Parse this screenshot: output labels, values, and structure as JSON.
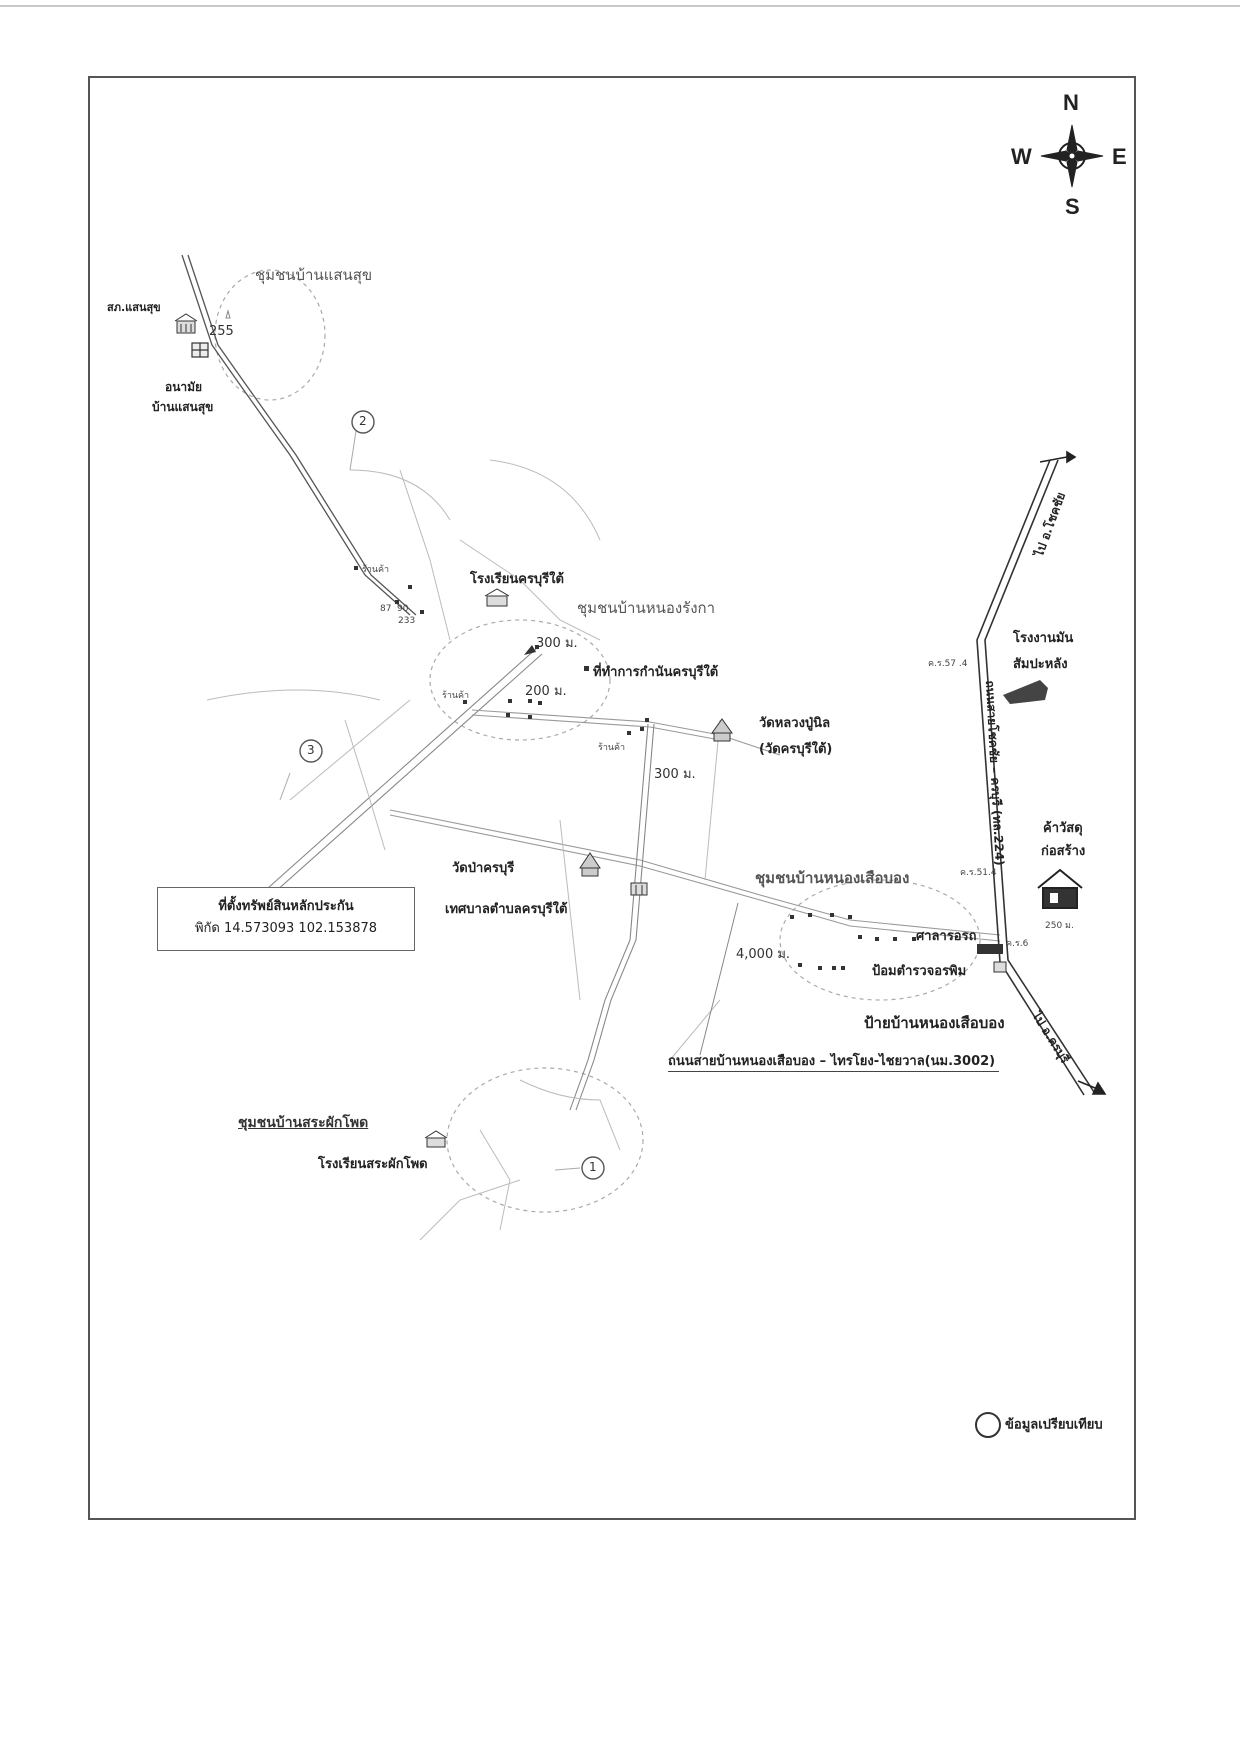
{
  "compass": {
    "n": "N",
    "s": "S",
    "e": "E",
    "w": "W",
    "icon": "compass-rose-icon"
  },
  "communities": {
    "saensuk": "ชุมชนบ้านแสนสุข",
    "nongrangka": "ชุมชนบ้านหนองรังกา",
    "nongsueabong": "ชุมชนบ้านหนองเสือบอง",
    "sraphakphot": "ชุมชนบ้านสระผักโพด"
  },
  "places": {
    "police_saensuk": "สภ.แสนสุข",
    "num_255": "255",
    "health_station_1": "อนามัย",
    "health_station_2": "บ้านแสนสุข",
    "school_khonburi_tai": "โรงเรียนครบุรีใต้",
    "kamnan_office": "ที่ทำการกำนันครบุรีใต้",
    "wat_luangpunil_1": "วัดหลวงปู่นิล",
    "wat_luangpunil_2": "(วัดครบุรีใต้)",
    "wat_pa_khonburi": "วัดป่าครบุรี",
    "municipality": "เทศบาลตำบลครบุรีใต้",
    "tapioca_factory_1": "โรงงานมัน",
    "tapioca_factory_2": "สัมปะหลัง",
    "material_store_1": "ค้าวัสดุ",
    "material_store_2": "ก่อสร้าง",
    "bus_stop": "ศาลารอรถ",
    "police_box": "ป้อมตำรวจอรพิม",
    "village_sign": "ป้ายบ้านหนองเสือบอง",
    "school_sraphakphot": "โรงเรียนสระผักโพด",
    "shop_1": "ร้านค้า",
    "shop_2": "ร้านค้า",
    "shop_3": "ร้านค้า",
    "small_a": "ค.ร.57 .4",
    "small_b": "ค.ร.51.4",
    "small_c": "ค.ร.6",
    "small_d": "250 ม.",
    "small_e": "87",
    "small_f": "90",
    "small_g": "233"
  },
  "distances": {
    "d300a": "300 ม.",
    "d200": "200 ม.",
    "d300b": "300 ม.",
    "d4000": "4,000 ม."
  },
  "roads": {
    "to_chokchai": "ไป อ.โชคชัย",
    "to_khonburi": "ไป อ.ครบุรี",
    "highway": "ถนนสายโชคชัย – ครบุรี (ทล.224)",
    "rural_road": "ถนนสายบ้านหนองเสือบอง – ไทรโยง-ไชยวาล(นม.3002)"
  },
  "comparables": {
    "c1": "1",
    "c2": "2",
    "c3": "3"
  },
  "collateral": {
    "title": "ที่ตั้งทรัพย์สินหลักประกัน",
    "coords": "พิกัด 14.573093 102.153878"
  },
  "legend": {
    "label": "ข้อมูลเปรียบเทียบ"
  }
}
